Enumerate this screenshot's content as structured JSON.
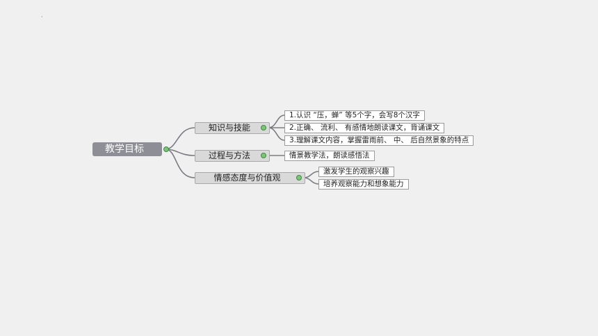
{
  "root": {
    "label": "教学目标"
  },
  "branches": [
    {
      "label": "知识与技能",
      "children": [
        "1.认识 “压，蝉” 等5个字，会写8个汉字",
        "2.正确、 流利、 有感情地朗读课文，背诵课文",
        "3.理解课文内容，掌握雷雨前、 中、 后自然景象的特点"
      ]
    },
    {
      "label": "过程与方法",
      "children": [
        "情景教学法，朗读感悟法"
      ]
    },
    {
      "label": "情感态度与价值观",
      "children": [
        "激发学生的观察兴趣",
        "培养观察能力和想象能力"
      ]
    }
  ],
  "colors": {
    "background": "#f0f0f0",
    "root_fill": "#8e8e96",
    "branch_fill": "#d9d9d9",
    "connector": "#7a7a82",
    "collapse_knob": "#7cc47a"
  }
}
